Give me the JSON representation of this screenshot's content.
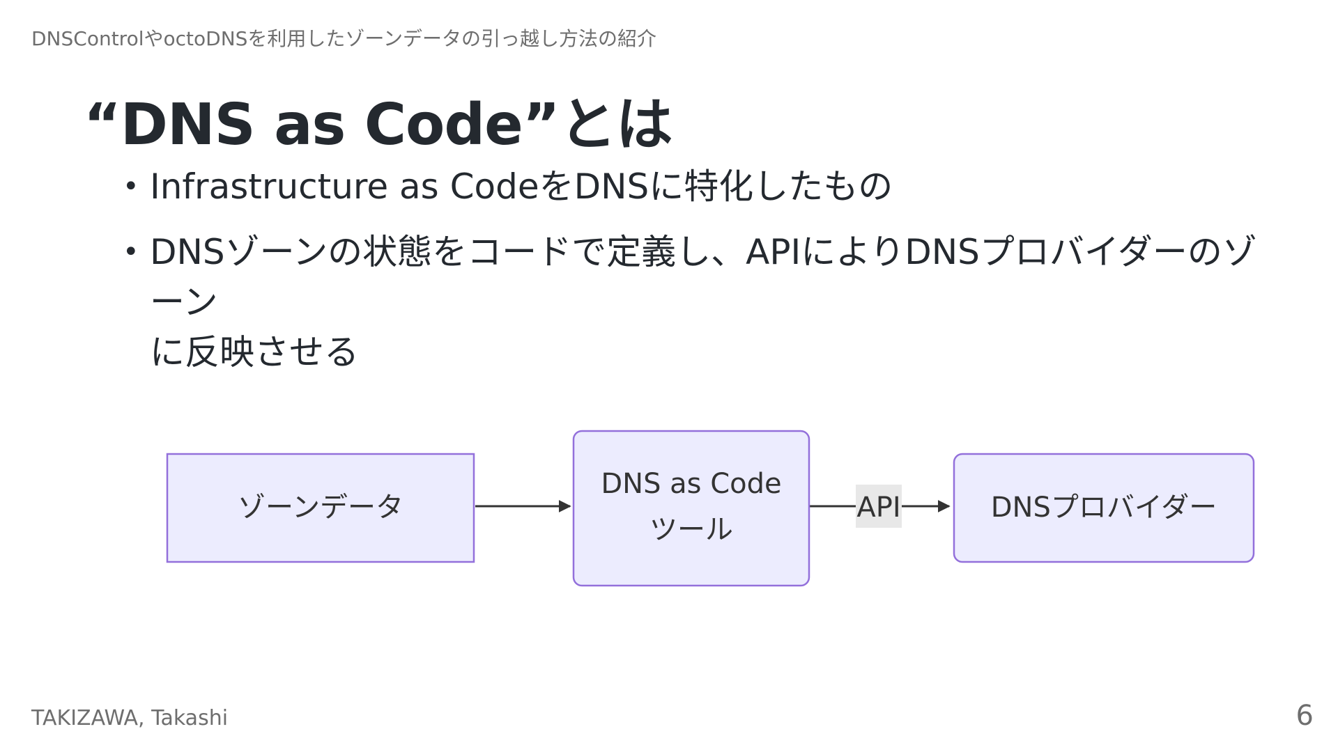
{
  "header": {
    "text": "DNSControlやoctoDNSを利用したゾーンデータの引っ越し方法の紹介"
  },
  "slide": {
    "title": "“DNS as Code”とは",
    "bullets": [
      {
        "line1": "Infrastructure as CodeをDNSに特化したもの",
        "line2": ""
      },
      {
        "line1": "DNSゾーンの状態をコードで定義し、APIによりDNSプロバイダーのゾーン",
        "line2": "に反映させる"
      }
    ]
  },
  "diagram": {
    "nodes": [
      {
        "id": "zone-data",
        "lines": [
          "ゾーンデータ"
        ],
        "shape": "rect"
      },
      {
        "id": "dns-as-code-tool",
        "lines": [
          "DNS as Code",
          "ツール"
        ],
        "shape": "rounded"
      },
      {
        "id": "dns-provider",
        "lines": [
          "DNSプロバイダー"
        ],
        "shape": "rounded"
      }
    ],
    "edges": [
      {
        "from": "zone-data",
        "to": "dns-as-code-tool",
        "label": ""
      },
      {
        "from": "dns-as-code-tool",
        "to": "dns-provider",
        "label": "API"
      }
    ],
    "colors": {
      "node_fill": "#ececfe",
      "node_stroke": "#9370db",
      "edge": "#333333",
      "label_bg": "#e8e8e8"
    }
  },
  "footer": {
    "author": "TAKIZAWA, Takashi",
    "page_number": "6"
  }
}
